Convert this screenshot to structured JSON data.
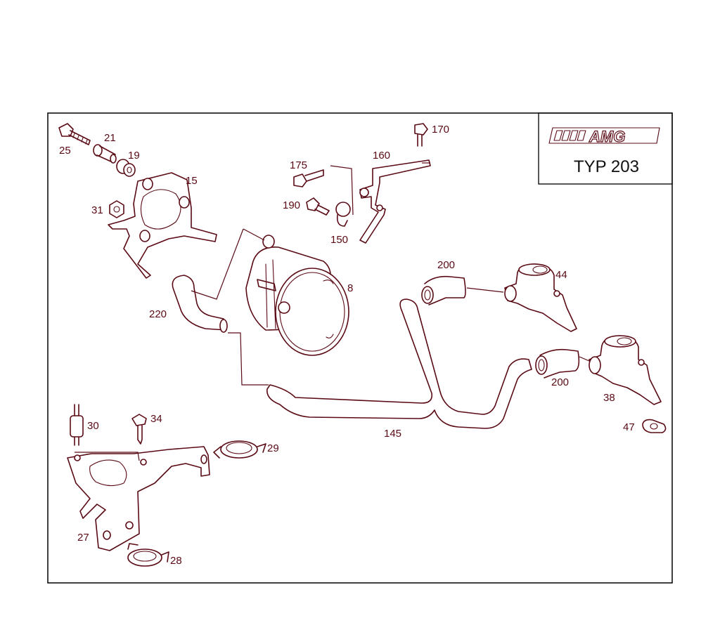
{
  "colors": {
    "line": "#5a0a14",
    "background": "#ffffff",
    "title_box_text": "#111111"
  },
  "title_box": {
    "logo_text": "AMG",
    "model_label": "TYP 203"
  },
  "callouts": {
    "c25": "25",
    "c21": "21",
    "c19": "19",
    "c15": "15",
    "c31": "31",
    "c175": "175",
    "c160": "160",
    "c170": "170",
    "c190": "190",
    "c150": "150",
    "c8": "8",
    "c220": "220",
    "c200a": "200",
    "c44": "44",
    "c200b": "200",
    "c38": "38",
    "c47": "47",
    "c145": "145",
    "c30": "30",
    "c34": "34",
    "c29": "29",
    "c27": "27",
    "c28": "28"
  }
}
